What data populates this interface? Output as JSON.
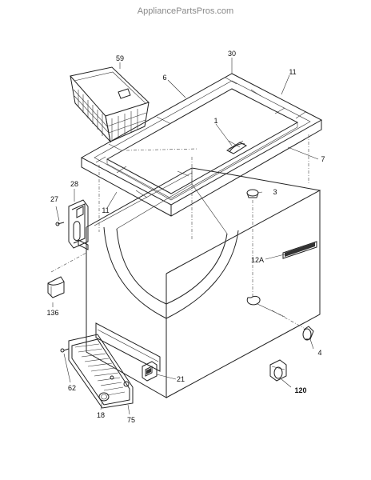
{
  "watermark": "AppliancePartsPros.com",
  "callouts": {
    "c59": "59",
    "c30": "30",
    "c6": "6",
    "c11a": "11",
    "c1": "1",
    "c7": "7",
    "c28": "28",
    "c27": "27",
    "c11b": "11",
    "c3": "3",
    "c12A": "12A",
    "c136": "136",
    "c4": "4",
    "c21": "21",
    "c62": "62",
    "c120": "120",
    "c18": "18",
    "c75": "75"
  }
}
